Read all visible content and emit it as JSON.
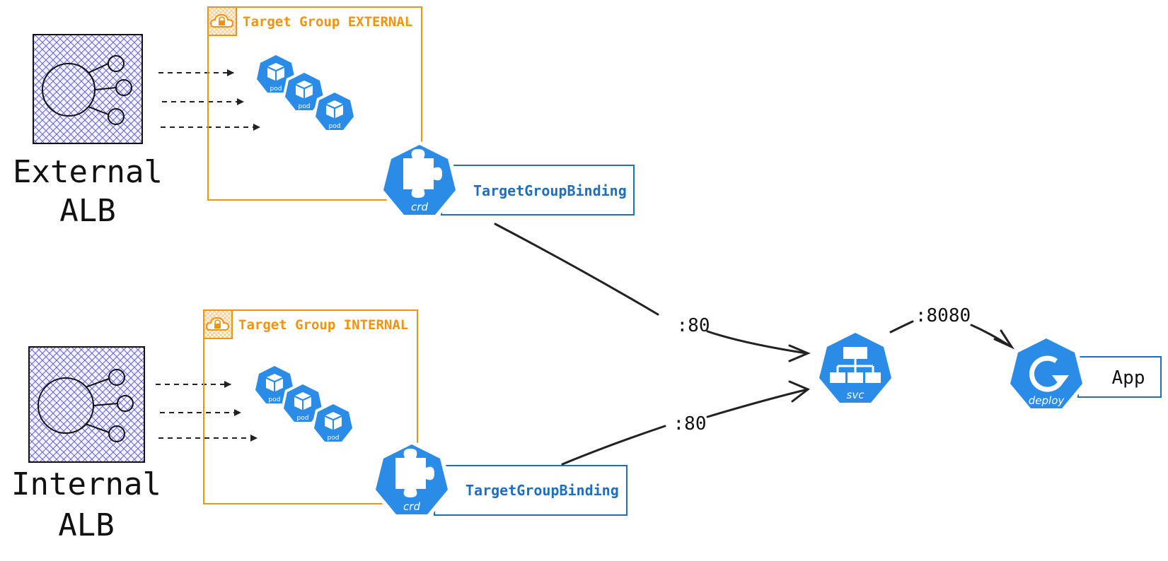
{
  "colors": {
    "k8s_blue": "#2a8ce6",
    "target_group_orange": "#f0930f",
    "binding_label_blue": "#1e6fbf",
    "alb_hatch": "#6a6ad8",
    "line_dark": "#222222"
  },
  "external": {
    "alb_line1": "External",
    "alb_line2": "ALB",
    "target_group_title": "Target Group EXTERNAL",
    "binding_label": "TargetGroupBinding",
    "binding_icon_text": "crd",
    "port_label": ":80"
  },
  "internal": {
    "alb_line1": "Internal",
    "alb_line2": "ALB",
    "target_group_title": "Target Group INTERNAL",
    "binding_label": "TargetGroupBinding",
    "binding_icon_text": "crd",
    "port_label": ":80"
  },
  "pod_icon_text": "pod",
  "service": {
    "icon_text": "svc"
  },
  "deployment": {
    "icon_text": "deploy",
    "port_label": ":8080",
    "label": "App"
  },
  "icons": [
    "alb-icon",
    "cloud-lock-icon",
    "pod-icon",
    "crd-puzzle-icon",
    "svc-network-icon",
    "deploy-refresh-icon"
  ]
}
